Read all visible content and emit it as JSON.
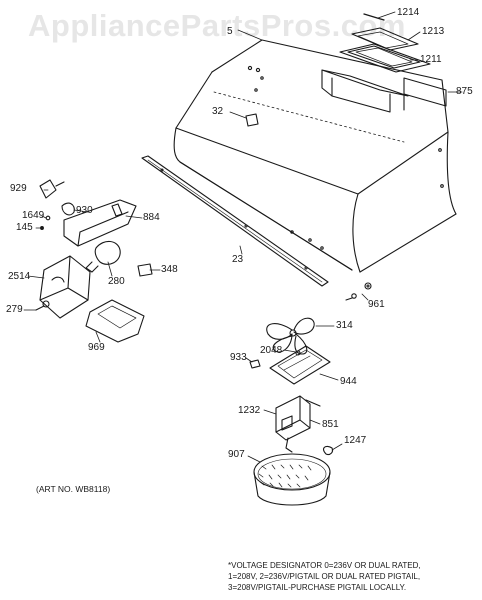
{
  "watermark": "AppliancePartsPros.com",
  "art_number": "(ART NO. WB8118)",
  "voltage_note": [
    "*VOLTAGE DESIGNATOR 0=236V OR DUAL RATED,",
    "1=208V, 2=236V/PIGTAIL OR DUAL RATED PIGTAIL,",
    "3=208V/PIGTAIL-PURCHASE PIGTAIL LOCALLY."
  ],
  "part_labels": {
    "p5": "5",
    "p1214": "1214",
    "p1213": "1213",
    "p1211": "1211",
    "p875": "875",
    "p32": "32",
    "p929": "929",
    "p930": "930",
    "p1649": "1649",
    "p884": "884",
    "p145": "145",
    "p2514": "2514",
    "p280": "280",
    "p348": "348",
    "p279": "279",
    "p969": "969",
    "p23": "23",
    "p961": "961",
    "p314": "314",
    "p933": "933",
    "p2048": "2048",
    "p944": "944",
    "p1232": "1232",
    "p851": "851",
    "p907": "907",
    "p1247": "1247"
  }
}
